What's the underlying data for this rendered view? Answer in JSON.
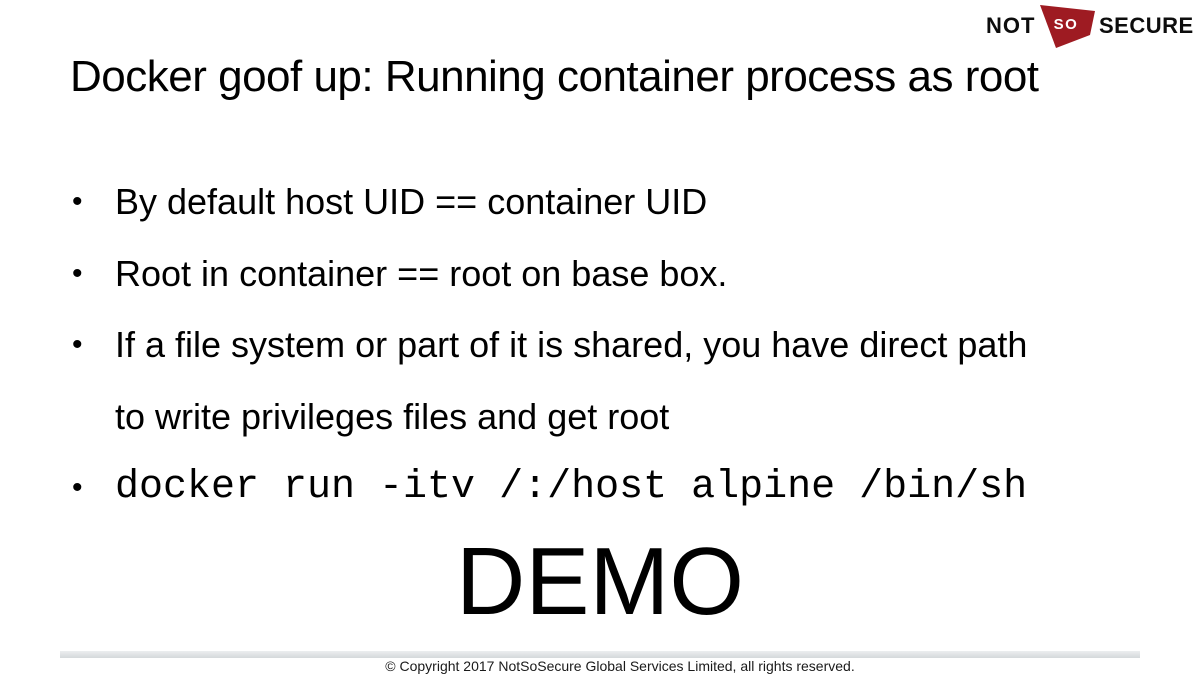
{
  "logo": {
    "not": "NOT",
    "so": "SO",
    "secure": "SECURE",
    "red": "#9E1B22"
  },
  "title": "Docker goof up: Running container process as root",
  "bullet_char": "•",
  "bullets": [
    {
      "mono": false,
      "lines": [
        "By default host UID == container UID"
      ]
    },
    {
      "mono": false,
      "lines": [
        "Root in container == root on base box."
      ]
    },
    {
      "mono": false,
      "lines": [
        "If a file system or part of it is shared, you have direct path",
        "to write privileges files and get root"
      ]
    },
    {
      "mono": true,
      "lines": [
        "docker run -itv /:/host alpine /bin/sh"
      ]
    }
  ],
  "demo_label": "DEMO",
  "footer": {
    "copyright": "© Copyright 2017 NotSoSecure Global Services Limited, all rights reserved."
  }
}
